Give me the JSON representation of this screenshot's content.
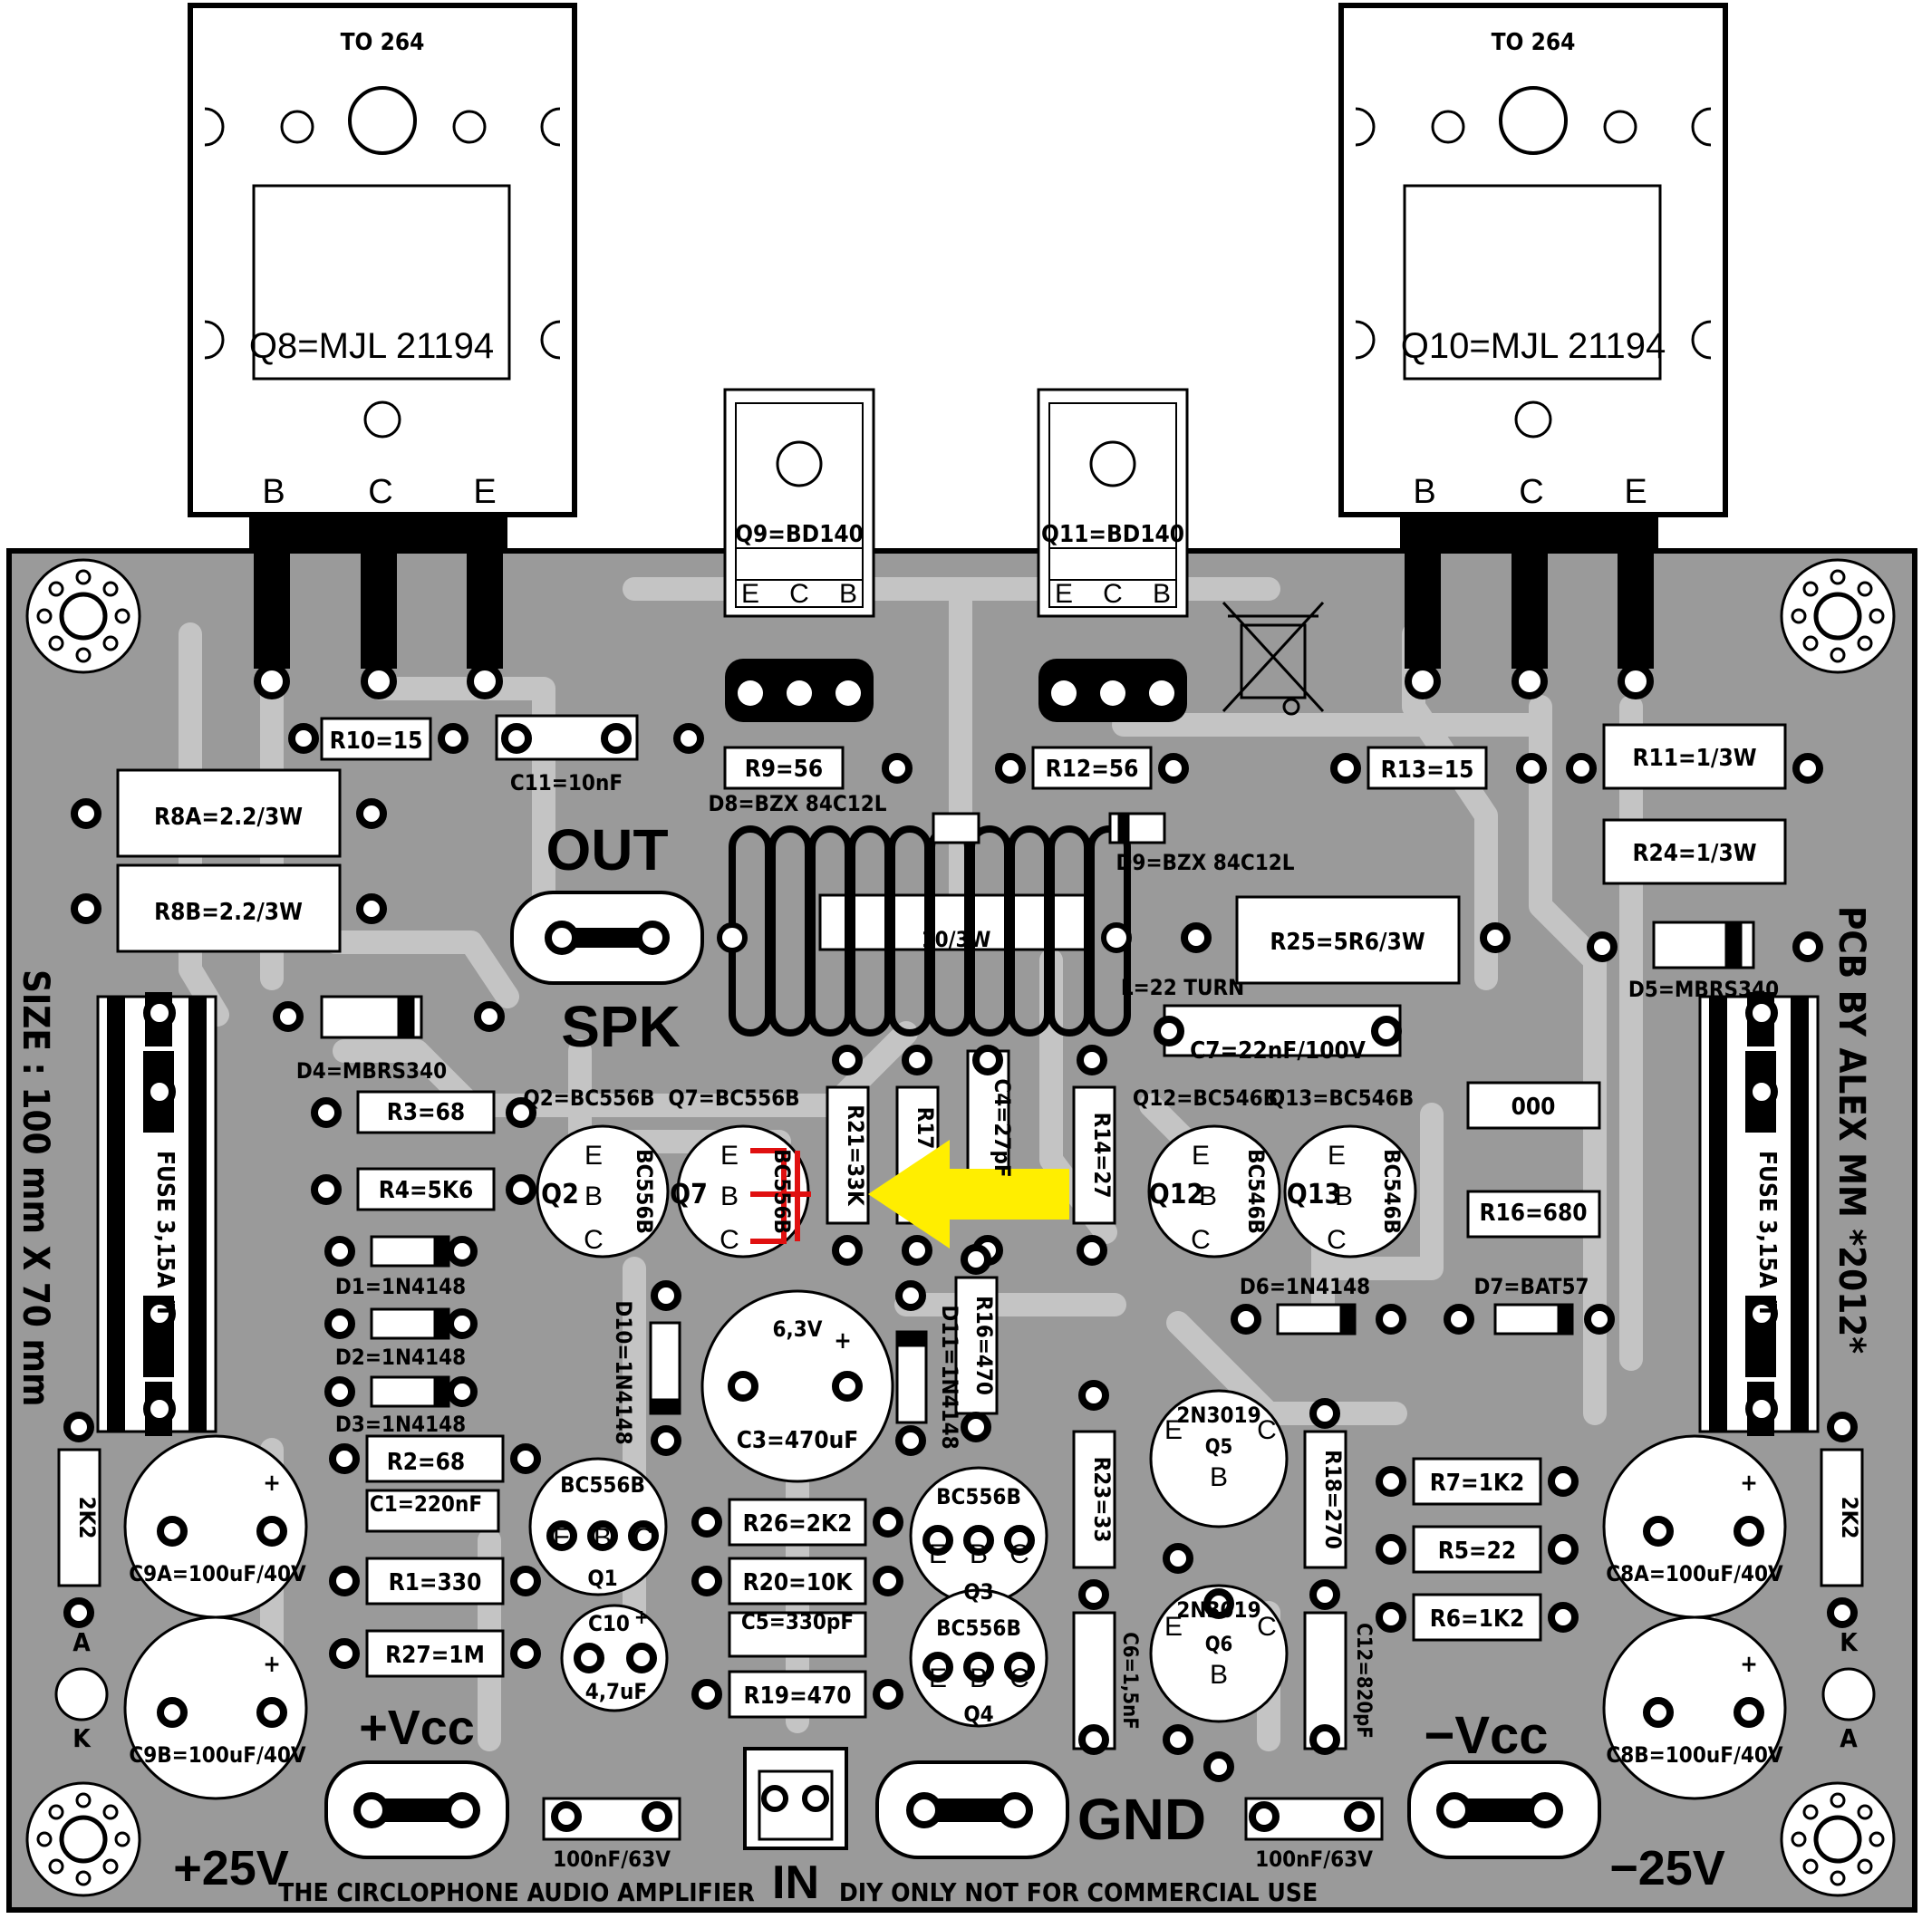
{
  "colors": {
    "board": "#9a9a9a",
    "trace": "#c4c4c4",
    "ink": "#000000",
    "paper": "#ffffff",
    "arrow": "#ffee00",
    "mark": "#e01010"
  },
  "packages": {
    "to264_left": "TO 264",
    "to264_right": "TO 264",
    "q8": "Q8=MJL 21194",
    "q10": "Q10=MJL 21194",
    "q9": "Q9=BD140",
    "q11": "Q11=BD140"
  },
  "pins": {
    "b": "B",
    "c": "C",
    "e": "E"
  },
  "pcb_text": {
    "out": "OUT",
    "spk": "SPK",
    "vcc_pos": "+Vcc",
    "vcc_neg": "−Vcc",
    "gnd": "GND",
    "in": "IN",
    "v_pos": "+25V",
    "v_neg": "−25V",
    "title": "THE CIRCLOPHONE AUDIO AMPLIFIER",
    "diy": "DIY ONLY NOT FOR COMMERCIAL USE",
    "size": "SIZE : 100 mm X 70 mm",
    "credit": "PCB BY ALEX MM *2012*",
    "fuse_left": "FUSE 3,15A /T",
    "fuse_right": "FUSE 3,15A /T",
    "led_a": "A",
    "led_k": "K",
    "coil": "L=22 TURN",
    "coil_res": "10/3W"
  },
  "components": {
    "r10": "R10=15",
    "c11": "C11=10nF",
    "r9": "R9=56",
    "r12": "R12=56",
    "r13": "R13=15",
    "r11": "R11=1/3W",
    "r24": "R24=1/3W",
    "r8a": "R8A=2.2/3W",
    "r8b": "R8B=2.2/3W",
    "d8": "D8=BZX 84C12L",
    "d9": "D9=BZX 84C12L",
    "r25": "R25=5R6/3W",
    "d5": "D5=MBRS340",
    "d4": "D4=MBRS340",
    "c7": "C7=22nF/100V",
    "r3": "R3=68",
    "r4": "R4=5K6",
    "q2": "Q2=BC556B",
    "q7": "Q7=BC556B",
    "q12": "Q12=BC546B",
    "q13": "Q13=BC546B",
    "q2_part": "BC556B",
    "q7_part": "BC556B",
    "q12_part": "BC546B",
    "q13_part": "BC546B",
    "q2_ref": "Q2",
    "q7_ref": "Q7",
    "q12_ref": "Q12",
    "q13_ref": "Q13",
    "r21": "R21=33K",
    "r17": "R17",
    "c4": "C4=27pF",
    "r14": "R14=27",
    "r000": "000",
    "r16a": "R16=680",
    "d1": "D1=1N4148",
    "d2": "D2=1N4148",
    "d3": "D3=1N4148",
    "d6": "D6=1N4148",
    "d7": "D7=BAT57",
    "d10": "D10=1N4148",
    "d11": "D11=1N4148",
    "c3": "C3=470uF",
    "c3v": "6,3V",
    "r16b": "R16=470",
    "r2": "R2=68",
    "c1": "C1=220nF",
    "r1": "R1=330",
    "r27": "R27=1M",
    "q1_part": "BC556B",
    "q1": "Q1",
    "q3_part": "BC556B",
    "q3": "Q3",
    "q4_part": "BC556B",
    "q4": "Q4",
    "r26": "R26=2K2",
    "r20": "R20=10K",
    "c5": "C5=330pF",
    "r19": "R19=470",
    "c10": "C10",
    "c10v": "4,7uF",
    "r23": "R23=33",
    "c6": "C6=1,5nF",
    "q5": "2N3019",
    "q5_ref": "Q5",
    "q6": "2N3019",
    "q6_ref": "Q6",
    "r18": "R18=270",
    "c12": "C12=820pF",
    "r7": "R7=1K2",
    "r5": "R5=22",
    "r6": "R6=1K2",
    "c9a": "C9A=100uF/40V",
    "c9b": "C9B=100uF/40V",
    "c8a": "C8A=100uF/40V",
    "c8b": "C8B=100uF/40V",
    "r2k2_left": "2K2",
    "r2k2_right": "2K2",
    "cap_bottom_left": "100nF/63V",
    "cap_bottom_right": "100nF/63V",
    "plus": "+"
  }
}
